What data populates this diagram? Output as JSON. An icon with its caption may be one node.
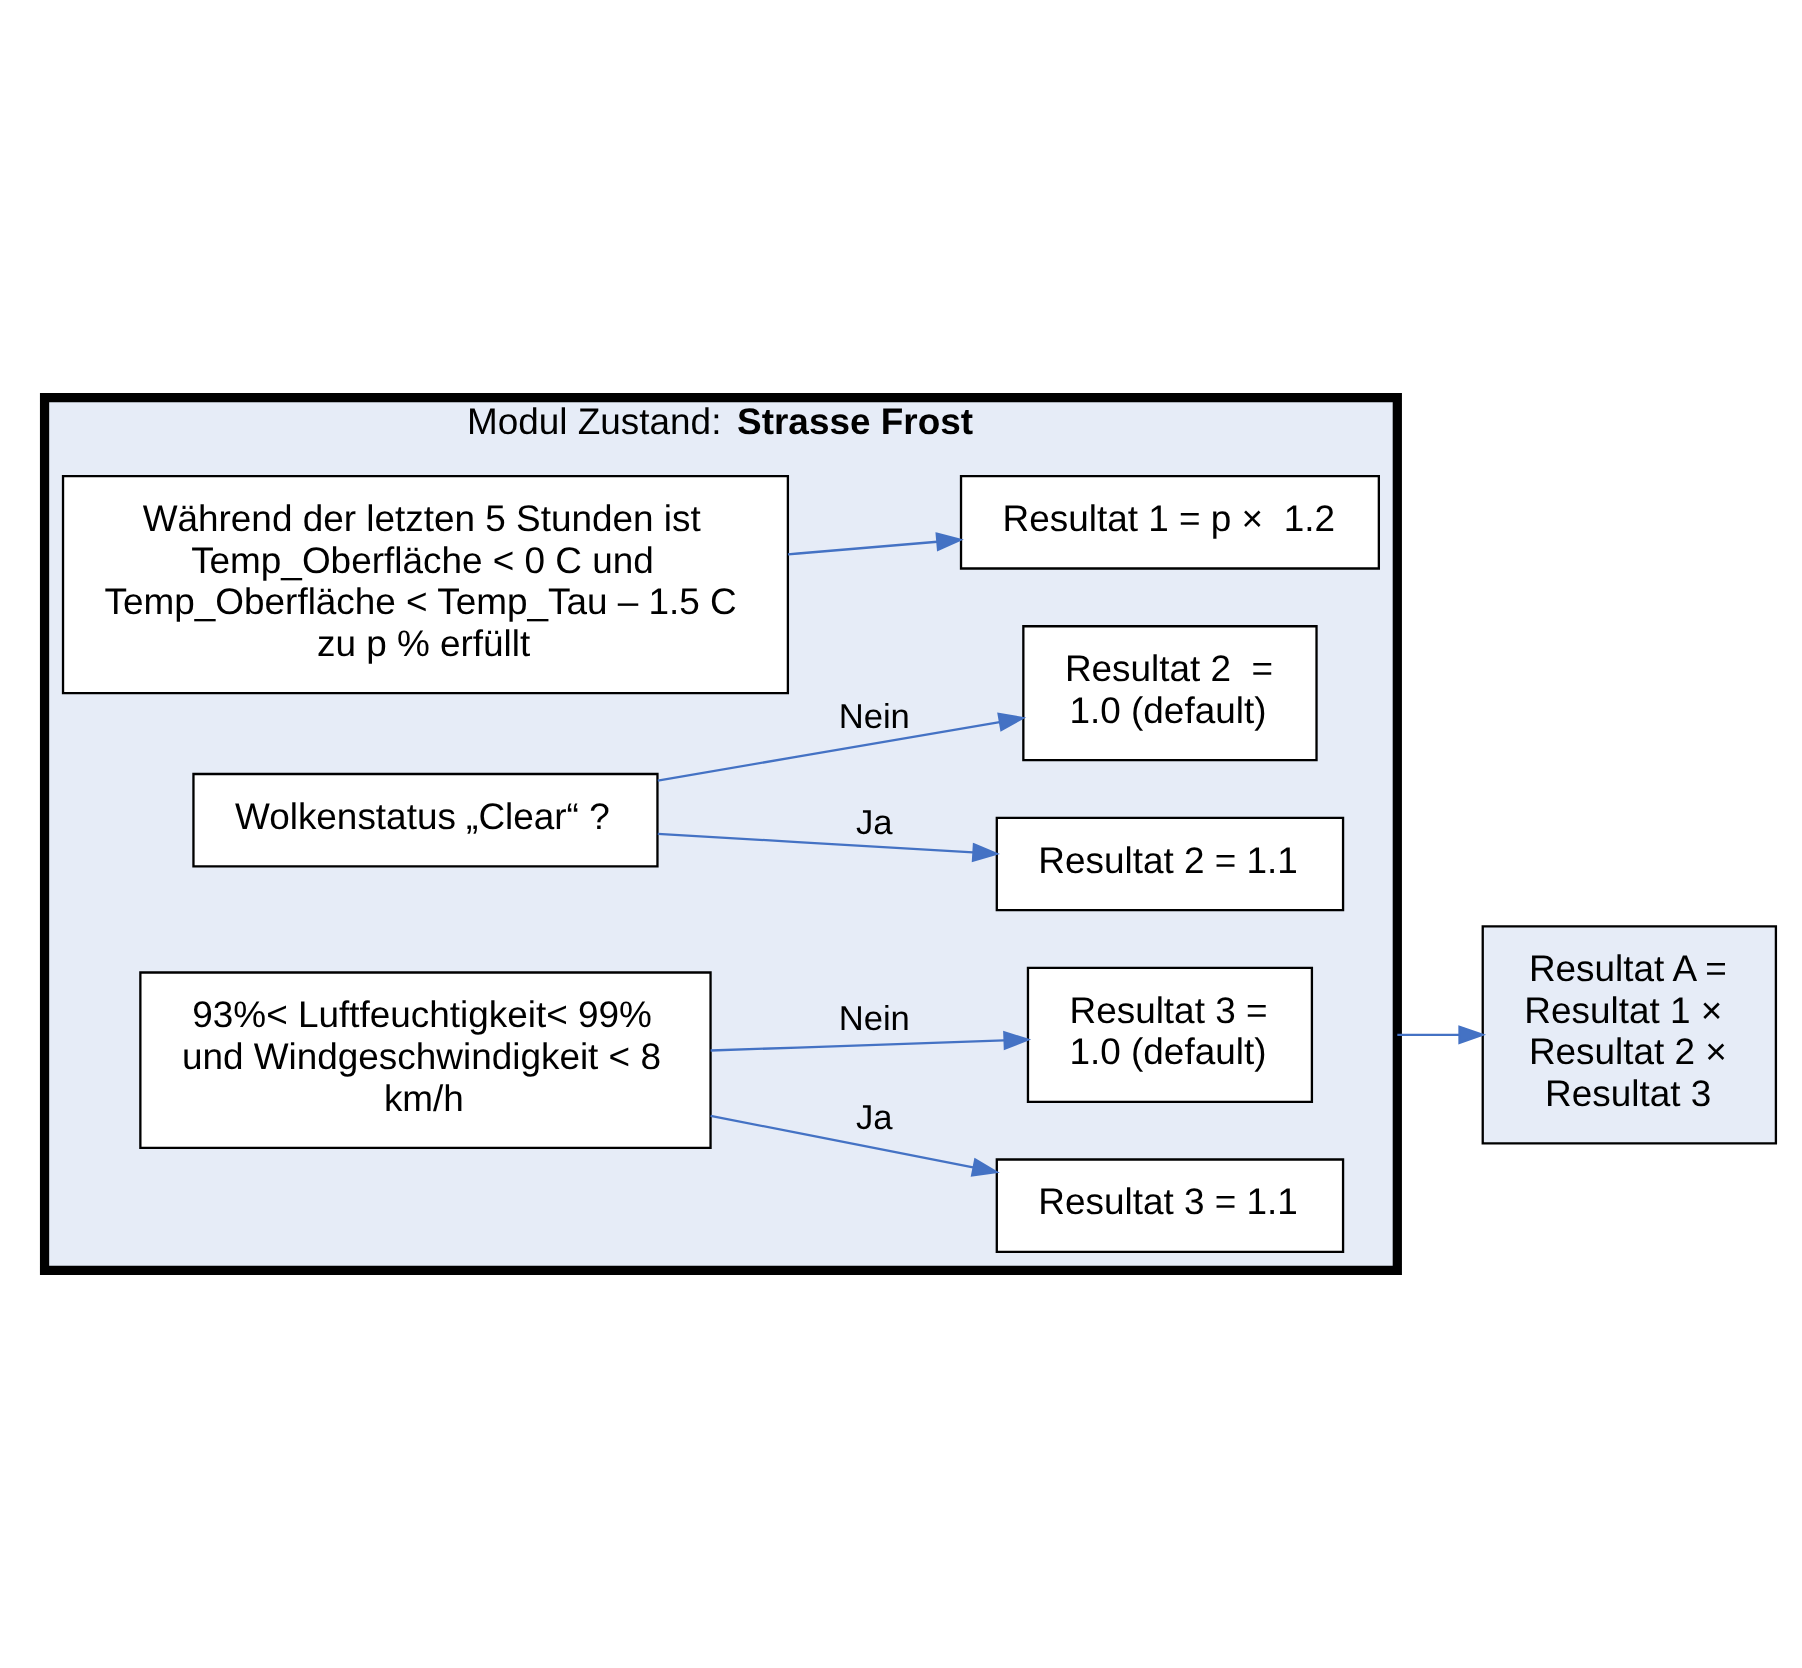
{
  "diagram": {
    "nodes": [
      {
        "text": [
          "Modul Zustand: **Strasse Frost**"
        ]
      },
      {
        "text": [
          "Während der letzten 5 Stunden ist Temp_Oberfläche < 0 C und Temp_Oberfläche < Temp_Tau – 1.5 C zu p % erfüllt"
        ],
        "in": 0
      },
      {
        "text": [
          "Resultat 1 = p ×  1.2"
        ],
        "in": 0
      },
      {
        "text": [
          "Wolkenstatus „Clear“ ?"
        ],
        "in": 0
      },
      {
        "text": [
          "Resultat 2 = 1.1"
        ],
        "in": 0
      },
      {
        "text": [
          "Resultat 2  = 1.0 (default)"
        ],
        "in": 0
      },
      {
        "text": [
          "93%< Luftfeuchtigkeit< 99% und Windgeschwindigkeit < 8 km/h"
        ],
        "in": 0
      },
      {
        "text": [
          "Resultat 3 = 1.1"
        ],
        "in": 0
      },
      {
        "text": [
          "Resultat 3 = 1.0 (default)"
        ],
        "in": 0
      },
      {
        "text": [
          "Resultat A = Resultat 1 ×  Resultat 2 × Resultat 3"
        ]
      }
    ],
    "edges": [
      {
        "from": 1,
        "to": 2,
        "arrow": "to"
      },
      {
        "from": 3,
        "to": 4,
        "arrow": "to",
        "label": "Ja"
      },
      {
        "from": 3,
        "to": 5,
        "arrow": "to",
        "label": "Nein"
      },
      {
        "from": 6,
        "to": 7,
        "arrow": "to",
        "label": "Ja"
      },
      {
        "from": 6,
        "to": 8,
        "arrow": "to",
        "label": "Nein"
      },
      {
        "from": 0,
        "to": 9,
        "arrow": "to"
      }
    ]
  }
}
